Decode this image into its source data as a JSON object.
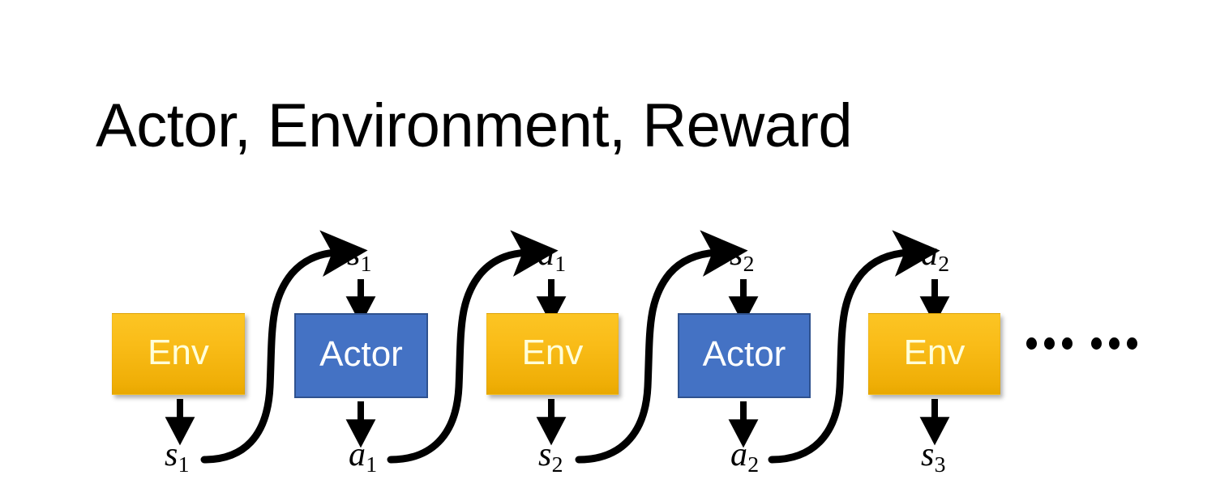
{
  "slide": {
    "title": "Actor, Environment, Reward",
    "background_color": "#FFFFFF"
  },
  "colors": {
    "env_fill_top": "#FCC524",
    "env_fill_bottom": "#E8A800",
    "env_text": "#FFFFD9",
    "actor_fill": "#4472C4",
    "actor_border": "#2F528F",
    "actor_text": "#FFFFFF",
    "arrow": "#000000",
    "title_text": "#000000"
  },
  "diagram": {
    "type": "sequence-flow",
    "description": "Alternating Environment and Actor blocks passing states and actions",
    "nodes": [
      {
        "id": "env1",
        "label": "Env",
        "kind": "env"
      },
      {
        "id": "actor1",
        "label": "Actor",
        "kind": "actor"
      },
      {
        "id": "env2",
        "label": "Env",
        "kind": "env"
      },
      {
        "id": "actor2",
        "label": "Actor",
        "kind": "actor"
      },
      {
        "id": "env3",
        "label": "Env",
        "kind": "env"
      }
    ],
    "top_labels": [
      {
        "id": "top-s1",
        "base": "s",
        "sub": "1"
      },
      {
        "id": "top-a1",
        "base": "a",
        "sub": "1"
      },
      {
        "id": "top-s2",
        "base": "s",
        "sub": "2"
      },
      {
        "id": "top-a2",
        "base": "a",
        "sub": "2"
      }
    ],
    "bottom_labels": [
      {
        "id": "bot-s1",
        "base": "s",
        "sub": "1"
      },
      {
        "id": "bot-a1",
        "base": "a",
        "sub": "1"
      },
      {
        "id": "bot-s2",
        "base": "s",
        "sub": "2"
      },
      {
        "id": "bot-a2",
        "base": "a",
        "sub": "2"
      },
      {
        "id": "bot-s3",
        "base": "s",
        "sub": "3"
      }
    ],
    "continuation": "……",
    "continuation_dot_count": 6
  }
}
